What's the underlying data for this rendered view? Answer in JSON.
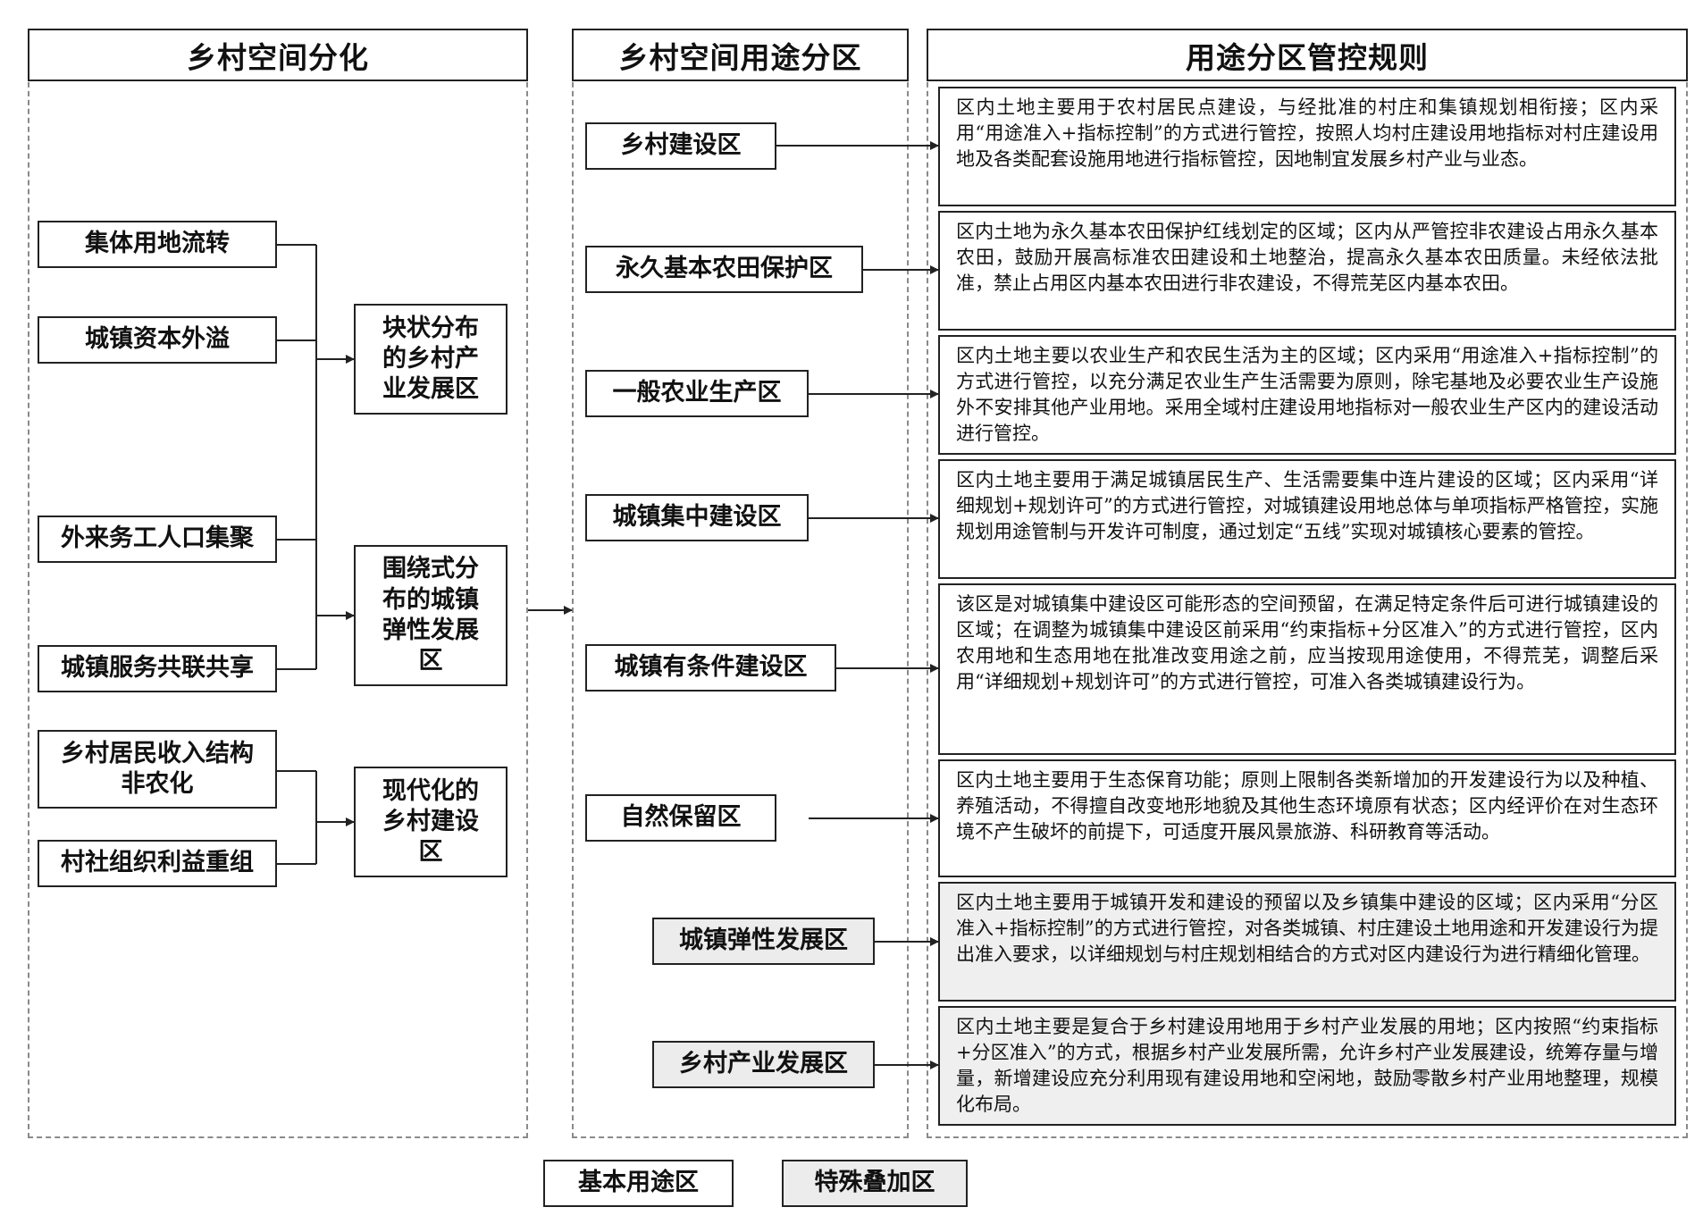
{
  "headers": {
    "col1": "乡村空间分化",
    "col2": "乡村空间用途分区",
    "col3": "用途分区管控规则"
  },
  "factors": [
    "集体用地流转",
    "城镇资本外溢",
    "外来务工人口集聚",
    "城镇服务共联共享",
    "乡村居民收入结构非农化",
    "村社组织利益重组"
  ],
  "outcomes": [
    "块状分布的乡村产业发展区",
    "围绕式分布的城镇弹性发展区",
    "现代化的乡村建设区"
  ],
  "zones": [
    "乡村建设区",
    "永久基本农田保护区",
    "一般农业生产区",
    "城镇集中建设区",
    "城镇有条件建设区",
    "自然保留区",
    "城镇弹性发展区",
    "乡村产业发展区"
  ],
  "rules": [
    "区内土地主要用于农村居民点建设，与经批准的村庄和集镇规划相衔接；区内采用“用途准入+指标控制”的方式进行管控，按照人均村庄建设用地指标对村庄建设用地及各类配套设施用地进行指标管控，因地制宜发展乡村产业与业态。",
    "区内土地为永久基本农田保护红线划定的区域；区内从严管控非农建设占用永久基本农田，鼓励开展高标准农田建设和土地整治，提高永久基本农田质量。未经依法批准，禁止占用区内基本农田进行非农建设，不得荒芜区内基本农田。",
    "区内土地主要以农业生产和农民生活为主的区域；区内采用“用途准入+指标控制”的方式进行管控，以充分满足农业生产生活需要为原则，除宅基地及必要农业生产设施外不安排其他产业用地。采用全域村庄建设用地指标对一般农业生产区内的建设活动进行管控。",
    "区内土地主要用于满足城镇居民生产、生活需要集中连片建设的区域；区内采用“详细规划+规划许可”的方式进行管控，对城镇建设用地总体与单项指标严格管控，实施规划用途管制与开发许可制度，通过划定“五线”实现对城镇核心要素的管控。",
    "该区是对城镇集中建设区可能形态的空间预留，在满足特定条件后可进行城镇建设的区域；在调整为城镇集中建设区前采用“约束指标+分区准入”的方式进行管控，区内农用地和生态用地在批准改变用途之前，应当按现用途使用，不得荒芜，调整后采用“详细规划+规划许可”的方式进行管控，可准入各类城镇建设行为。",
    "区内土地主要用于生态保育功能；原则上限制各类新增加的开发建设行为以及种植、养殖活动，不得擅自改变地形地貌及其他生态环境原有状态；区内经评价在对生态环境不产生破坏的前提下，可适度开展风景旅游、科研教育等活动。",
    "区内土地主要用于城镇开发和建设的预留以及乡镇集中建设的区域；区内采用“分区准入+指标控制”的方式进行管控，对各类城镇、村庄建设土地用途和开发建设行为提出准入要求，以详细规划与村庄规划相结合的方式对区内建设行为进行精细化管理。",
    "区内土地主要是复合于乡村建设用地用于乡村产业发展的用地；区内按照“约束指标+分区准入”的方式，根据乡村产业发展所需，允许乡村产业发展建设，统筹存量与增量，新增建设应充分利用现有建设用地和空闲地，鼓励零散乡村产业用地整理，规模化布局。"
  ],
  "legend": {
    "basic": "基本用途区",
    "special": "特殊叠加区"
  },
  "colors": {
    "special_fill": "#ececec",
    "line": "#222222",
    "frame": "#8a8a8a"
  }
}
